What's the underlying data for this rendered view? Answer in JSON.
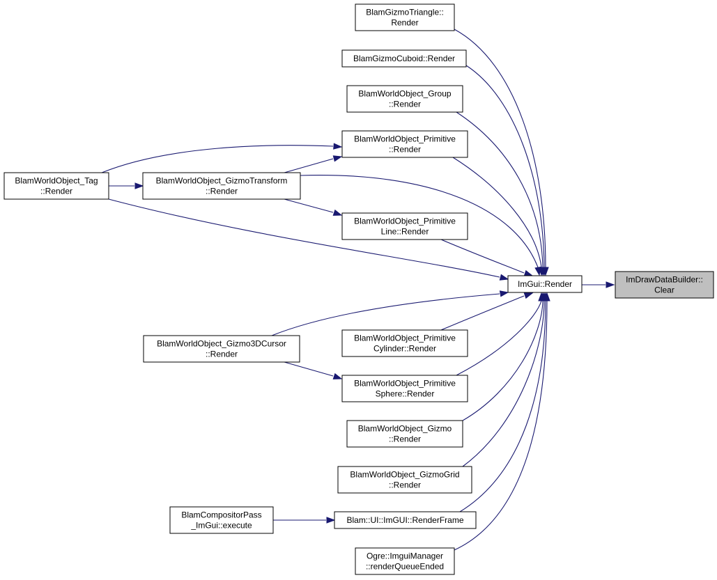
{
  "graph": {
    "edge_color": "#191970",
    "focus_fill": "#bfbfbf",
    "nodes": [
      {
        "id": "gizmo_triangle",
        "lines": [
          "BlamGizmoTriangle::",
          "Render"
        ]
      },
      {
        "id": "gizmo_cuboid",
        "lines": [
          "BlamGizmoCuboid::Render"
        ]
      },
      {
        "id": "wo_group",
        "lines": [
          "BlamWorldObject_Group",
          "::Render"
        ]
      },
      {
        "id": "wo_primitive",
        "lines": [
          "BlamWorldObject_Primitive",
          "::Render"
        ]
      },
      {
        "id": "wo_tag",
        "lines": [
          "BlamWorldObject_Tag",
          "::Render"
        ]
      },
      {
        "id": "wo_gizmo_transform",
        "lines": [
          "BlamWorldObject_GizmoTransform",
          "::Render"
        ]
      },
      {
        "id": "wo_primitive_line",
        "lines": [
          "BlamWorldObject_Primitive",
          "Line::Render"
        ]
      },
      {
        "id": "imgui_render",
        "lines": [
          "ImGui::Render"
        ]
      },
      {
        "id": "imdrawdatabuilder_clear",
        "lines": [
          "ImDrawDataBuilder::",
          "Clear"
        ],
        "focus": true
      },
      {
        "id": "wo_gizmo3dcursor",
        "lines": [
          "BlamWorldObject_Gizmo3DCursor",
          "::Render"
        ]
      },
      {
        "id": "wo_primitive_cylinder",
        "lines": [
          "BlamWorldObject_Primitive",
          "Cylinder::Render"
        ]
      },
      {
        "id": "wo_primitive_sphere",
        "lines": [
          "BlamWorldObject_Primitive",
          "Sphere::Render"
        ]
      },
      {
        "id": "wo_gizmo",
        "lines": [
          "BlamWorldObject_Gizmo",
          "::Render"
        ]
      },
      {
        "id": "wo_gizmogrid",
        "lines": [
          "BlamWorldObject_GizmoGrid",
          "::Render"
        ]
      },
      {
        "id": "compositor_pass",
        "lines": [
          "BlamCompositorPass",
          "_ImGui::execute"
        ]
      },
      {
        "id": "ui_imgui_renderframe",
        "lines": [
          "Blam::UI::ImGUI::RenderFrame"
        ]
      },
      {
        "id": "ogre_imgui_manager",
        "lines": [
          "Ogre::ImguiManager",
          "::renderQueueEnded"
        ]
      }
    ],
    "edges": [
      {
        "from": "imgui_render",
        "to": "imdrawdatabuilder_clear"
      },
      {
        "from": "gizmo_triangle",
        "to": "imgui_render"
      },
      {
        "from": "gizmo_cuboid",
        "to": "imgui_render"
      },
      {
        "from": "wo_group",
        "to": "imgui_render"
      },
      {
        "from": "wo_primitive",
        "to": "imgui_render"
      },
      {
        "from": "wo_gizmo_transform",
        "to": "imgui_render"
      },
      {
        "from": "wo_primitive_line",
        "to": "imgui_render"
      },
      {
        "from": "wo_tag",
        "to": "imgui_render"
      },
      {
        "from": "wo_gizmo3dcursor",
        "to": "imgui_render"
      },
      {
        "from": "wo_primitive_cylinder",
        "to": "imgui_render"
      },
      {
        "from": "wo_primitive_sphere",
        "to": "imgui_render"
      },
      {
        "from": "wo_gizmo",
        "to": "imgui_render"
      },
      {
        "from": "wo_gizmogrid",
        "to": "imgui_render"
      },
      {
        "from": "ui_imgui_renderframe",
        "to": "imgui_render"
      },
      {
        "from": "ogre_imgui_manager",
        "to": "imgui_render"
      },
      {
        "from": "wo_tag",
        "to": "wo_primitive"
      },
      {
        "from": "wo_tag",
        "to": "wo_gizmo_transform"
      },
      {
        "from": "wo_gizmo_transform",
        "to": "wo_primitive"
      },
      {
        "from": "wo_gizmo_transform",
        "to": "wo_primitive_line"
      },
      {
        "from": "wo_gizmo3dcursor",
        "to": "wo_primitive_sphere"
      },
      {
        "from": "compositor_pass",
        "to": "ui_imgui_renderframe"
      }
    ]
  }
}
